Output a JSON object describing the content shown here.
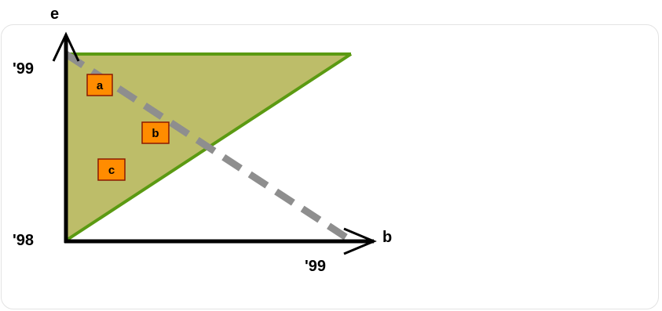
{
  "axes": {
    "x_name": "b",
    "y_name": "e",
    "x_tick": "'99",
    "y_tick_top": "'99",
    "y_tick_bottom": "'98"
  },
  "regions": [
    {
      "label": "a"
    },
    {
      "label": "b"
    },
    {
      "label": "c"
    }
  ],
  "colors": {
    "triangle_fill": "#bdbd69",
    "triangle_edge": "#5b9a12",
    "dashed_line": "#8e8e8e",
    "box_fill": "#ff8c00",
    "box_border": "#8b1a00",
    "axis": "#000000"
  }
}
